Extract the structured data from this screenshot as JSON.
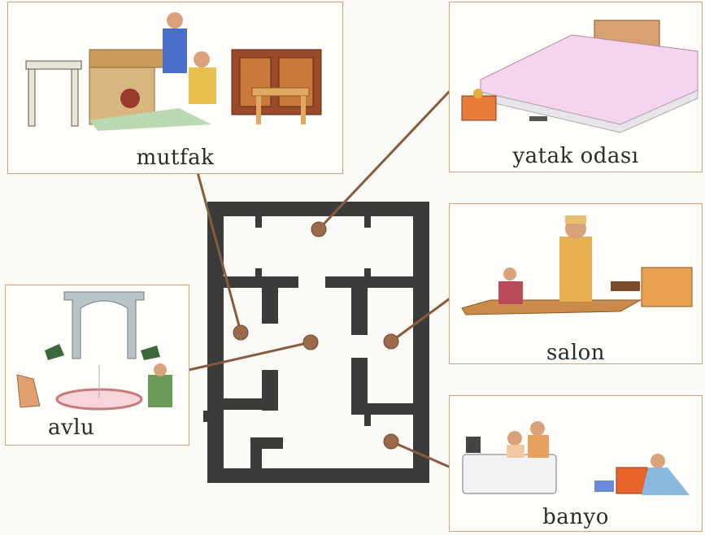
{
  "rooms": {
    "kitchen": {
      "label": "mutfak"
    },
    "bedroom": {
      "label": "yatak odası"
    },
    "courtyard": {
      "label": "avlu"
    },
    "living_room": {
      "label": "salon"
    },
    "bathroom": {
      "label": "banyo"
    }
  },
  "colors": {
    "wall": "#3b3b3b",
    "connector": "#8a5a3c",
    "marker": "#9a6a4a",
    "panel_border": "#d9a07a"
  }
}
